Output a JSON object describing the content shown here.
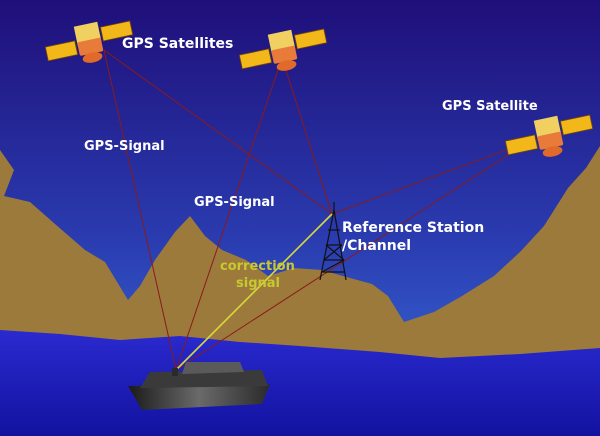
{
  "labels": {
    "satellites_group": "GPS Satellites",
    "satellite_single": "GPS Satellite",
    "signal_1": "GPS-Signal",
    "signal_2": "GPS-Signal",
    "station_line1": "Reference Station",
    "station_line2": "/Channel",
    "correction_line1": "correction",
    "correction_line2": "signal"
  },
  "colors": {
    "sky_top": "#1f0f7a",
    "sky_bottom": "#3a68d8",
    "mountain": "#9c7a3c",
    "water": "#1a1ac8",
    "signal_line": "#8a1a1a",
    "correction_line": "#d8d83a",
    "label_text": "#ffffff",
    "correction_text": "#c8c832",
    "satellite_panel": "#f2b81a",
    "satellite_body": "#e87a3a"
  },
  "icons": {
    "satellite": "satellite-icon",
    "tower": "radio-tower-icon",
    "ship": "ship-icon"
  }
}
